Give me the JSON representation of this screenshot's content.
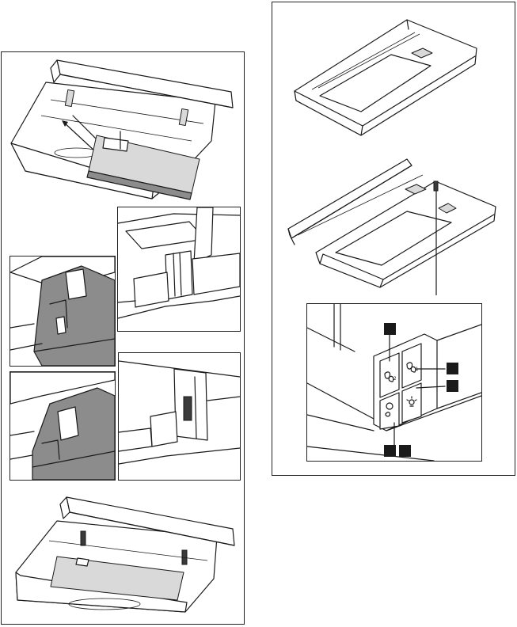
{
  "figure": {
    "left_panel": {
      "steps": [
        "filter-remove",
        "latch-detail-a",
        "latch-detail-b",
        "latch-detail-c",
        "latch-detail-d",
        "filter-install"
      ]
    },
    "right_panel": {
      "steps": [
        "hood-closed",
        "hood-extended",
        "control-panel-detail"
      ],
      "control_icons": [
        "fan-level-2-icon",
        "fan-level-1-icon",
        "fan-off-icon",
        "light-icon"
      ],
      "callout_count": 5
    }
  }
}
